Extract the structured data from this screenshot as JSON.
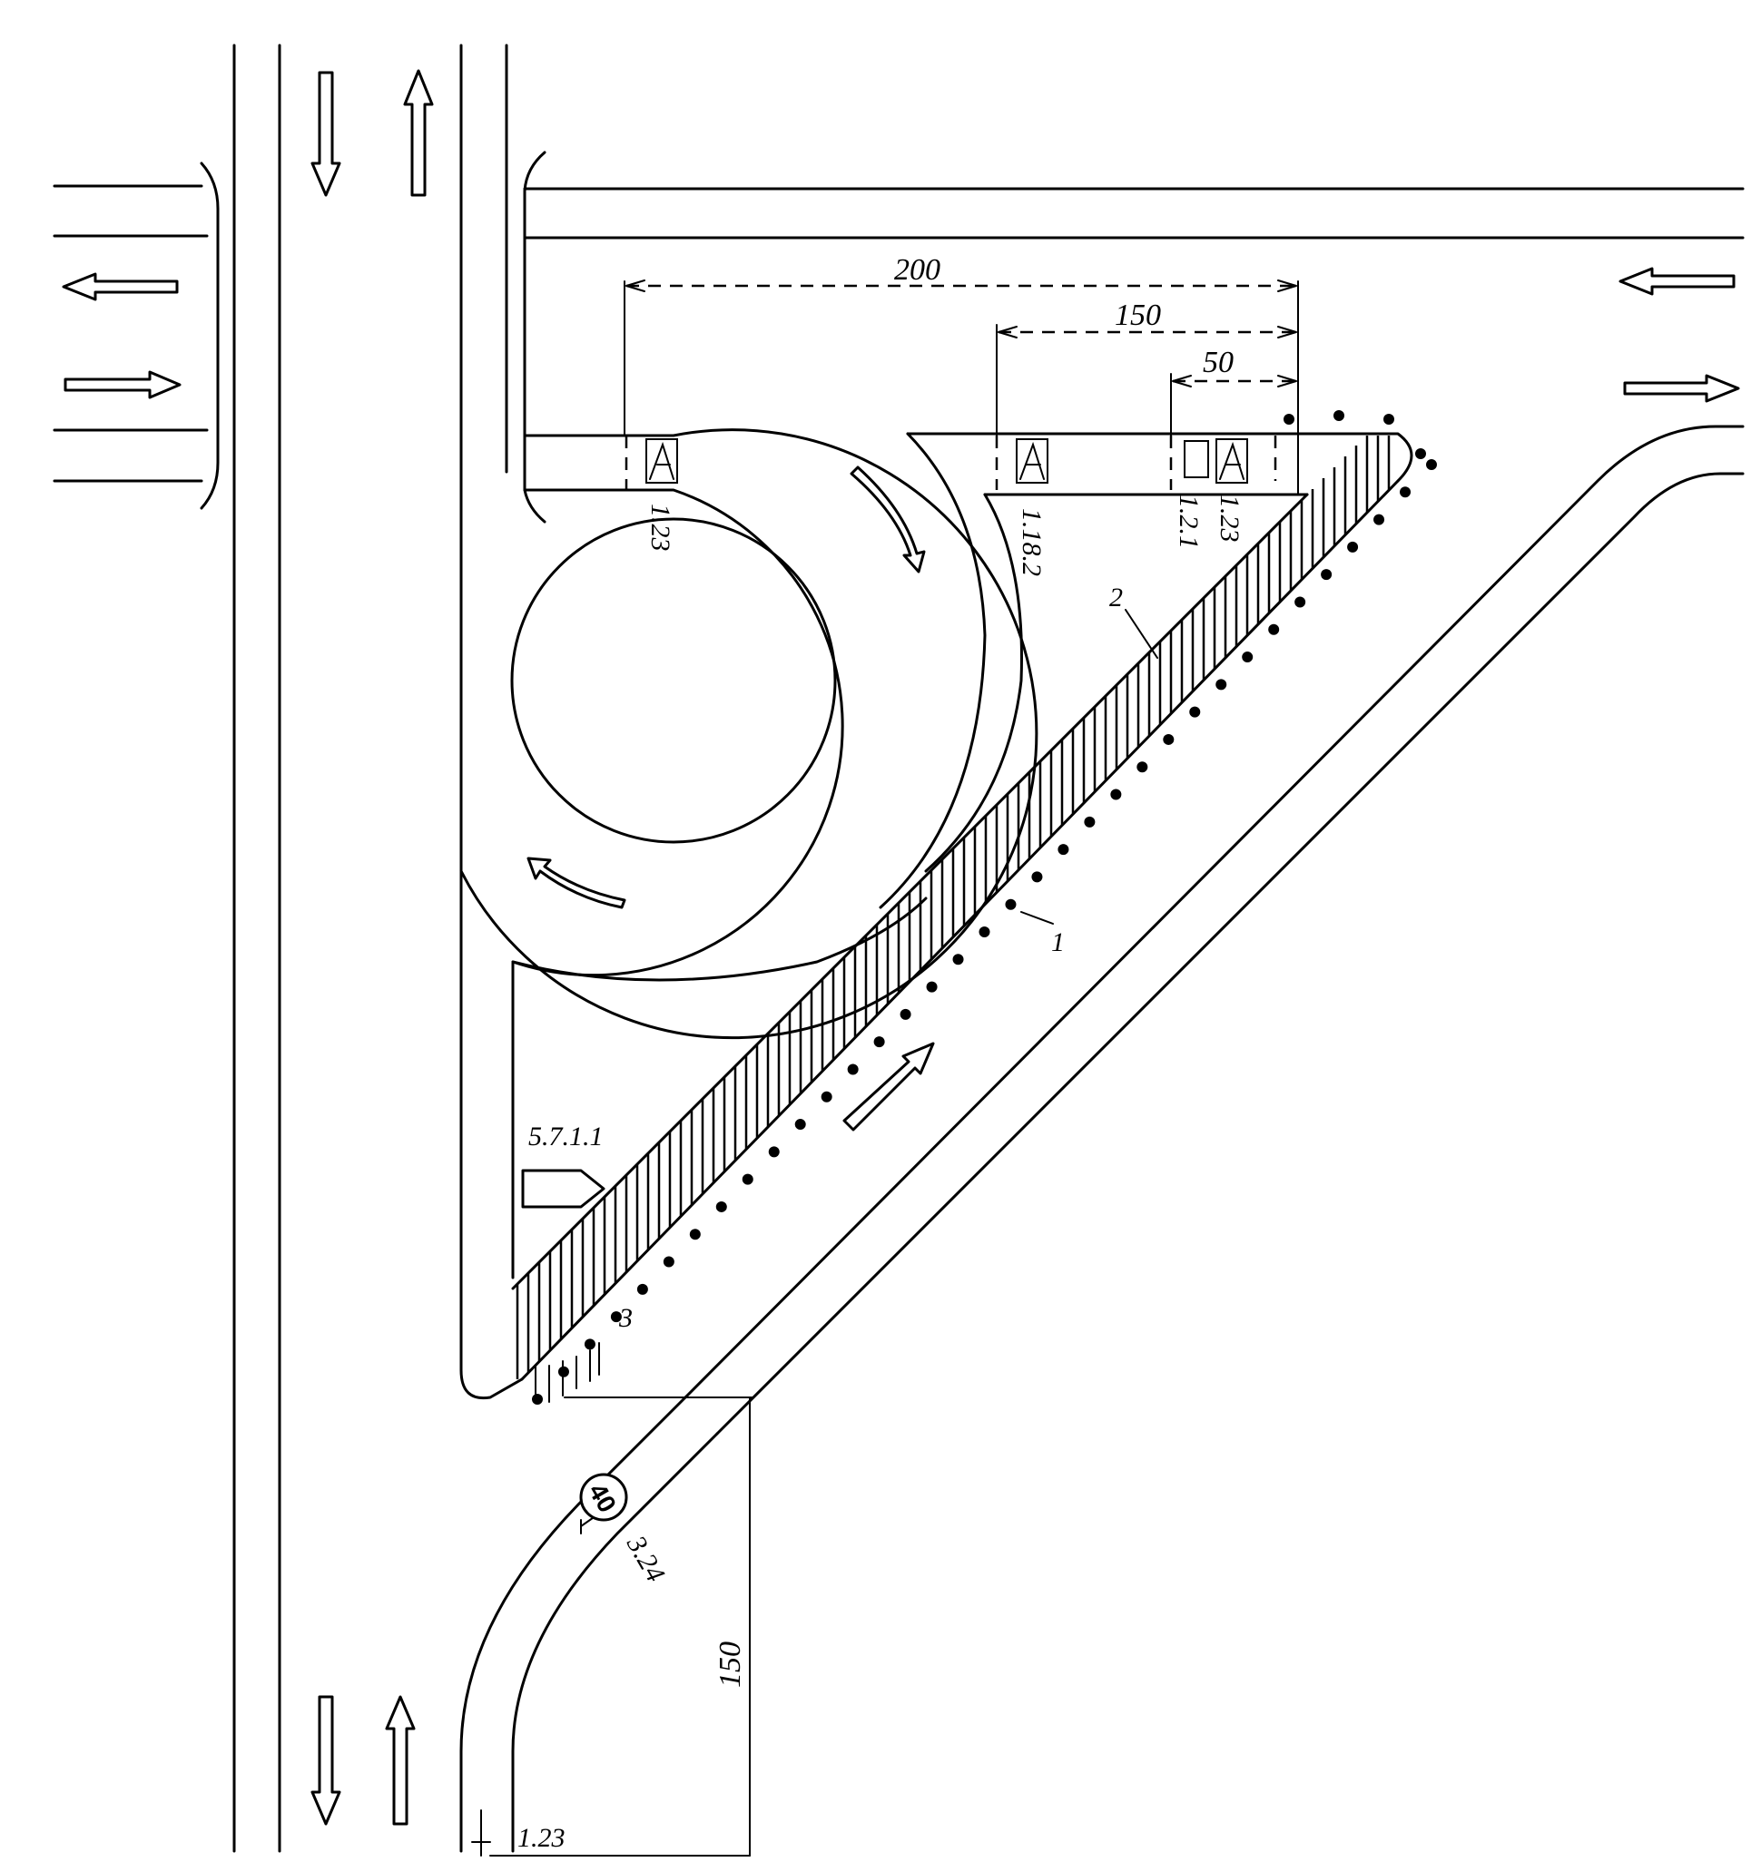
{
  "dimensions": {
    "top_200": "200",
    "top_150": "150",
    "top_50": "50",
    "vertical_150": "150"
  },
  "labels": {
    "marking_123_top": "1.23",
    "marking_1182": "1.18.2",
    "marking_121": "1.2.1",
    "marking_123_right": "1.23",
    "marking_123_bottom": "1.23",
    "sign_5711": "5.7.1.1",
    "sign_324": "3.24",
    "callout_1": "1",
    "callout_2": "2",
    "callout_3": "3"
  },
  "speed_limit": {
    "value": "40"
  },
  "colors": {
    "ink": "#000000",
    "paper": "#ffffff"
  }
}
